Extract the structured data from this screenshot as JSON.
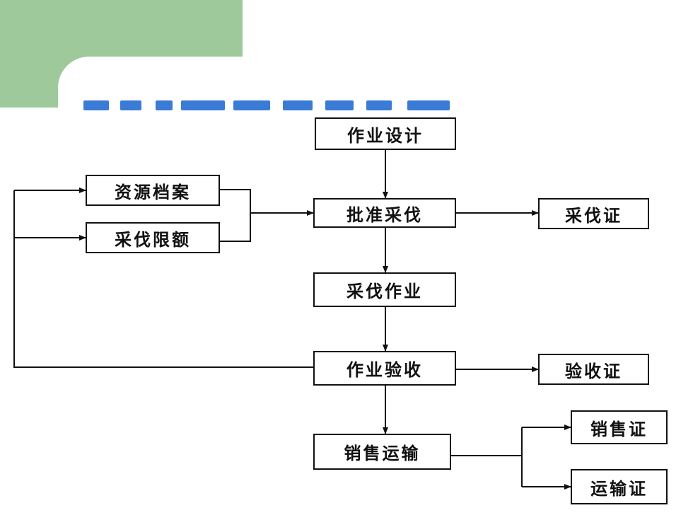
{
  "colors": {
    "slide_green": "#9ec99a",
    "title_blue": "#3a7bd5",
    "line": "#111111"
  },
  "nodes": {
    "design": "作业设计",
    "archive": "资源档案",
    "quota": "采伐限额",
    "approve": "批准采伐",
    "permit": "采伐证",
    "operation": "采伐作业",
    "inspect": "作业验收",
    "inspect_cert": "验收证",
    "sales": "销售运输",
    "sales_cert": "销售证",
    "transport_cert": "运输证"
  }
}
